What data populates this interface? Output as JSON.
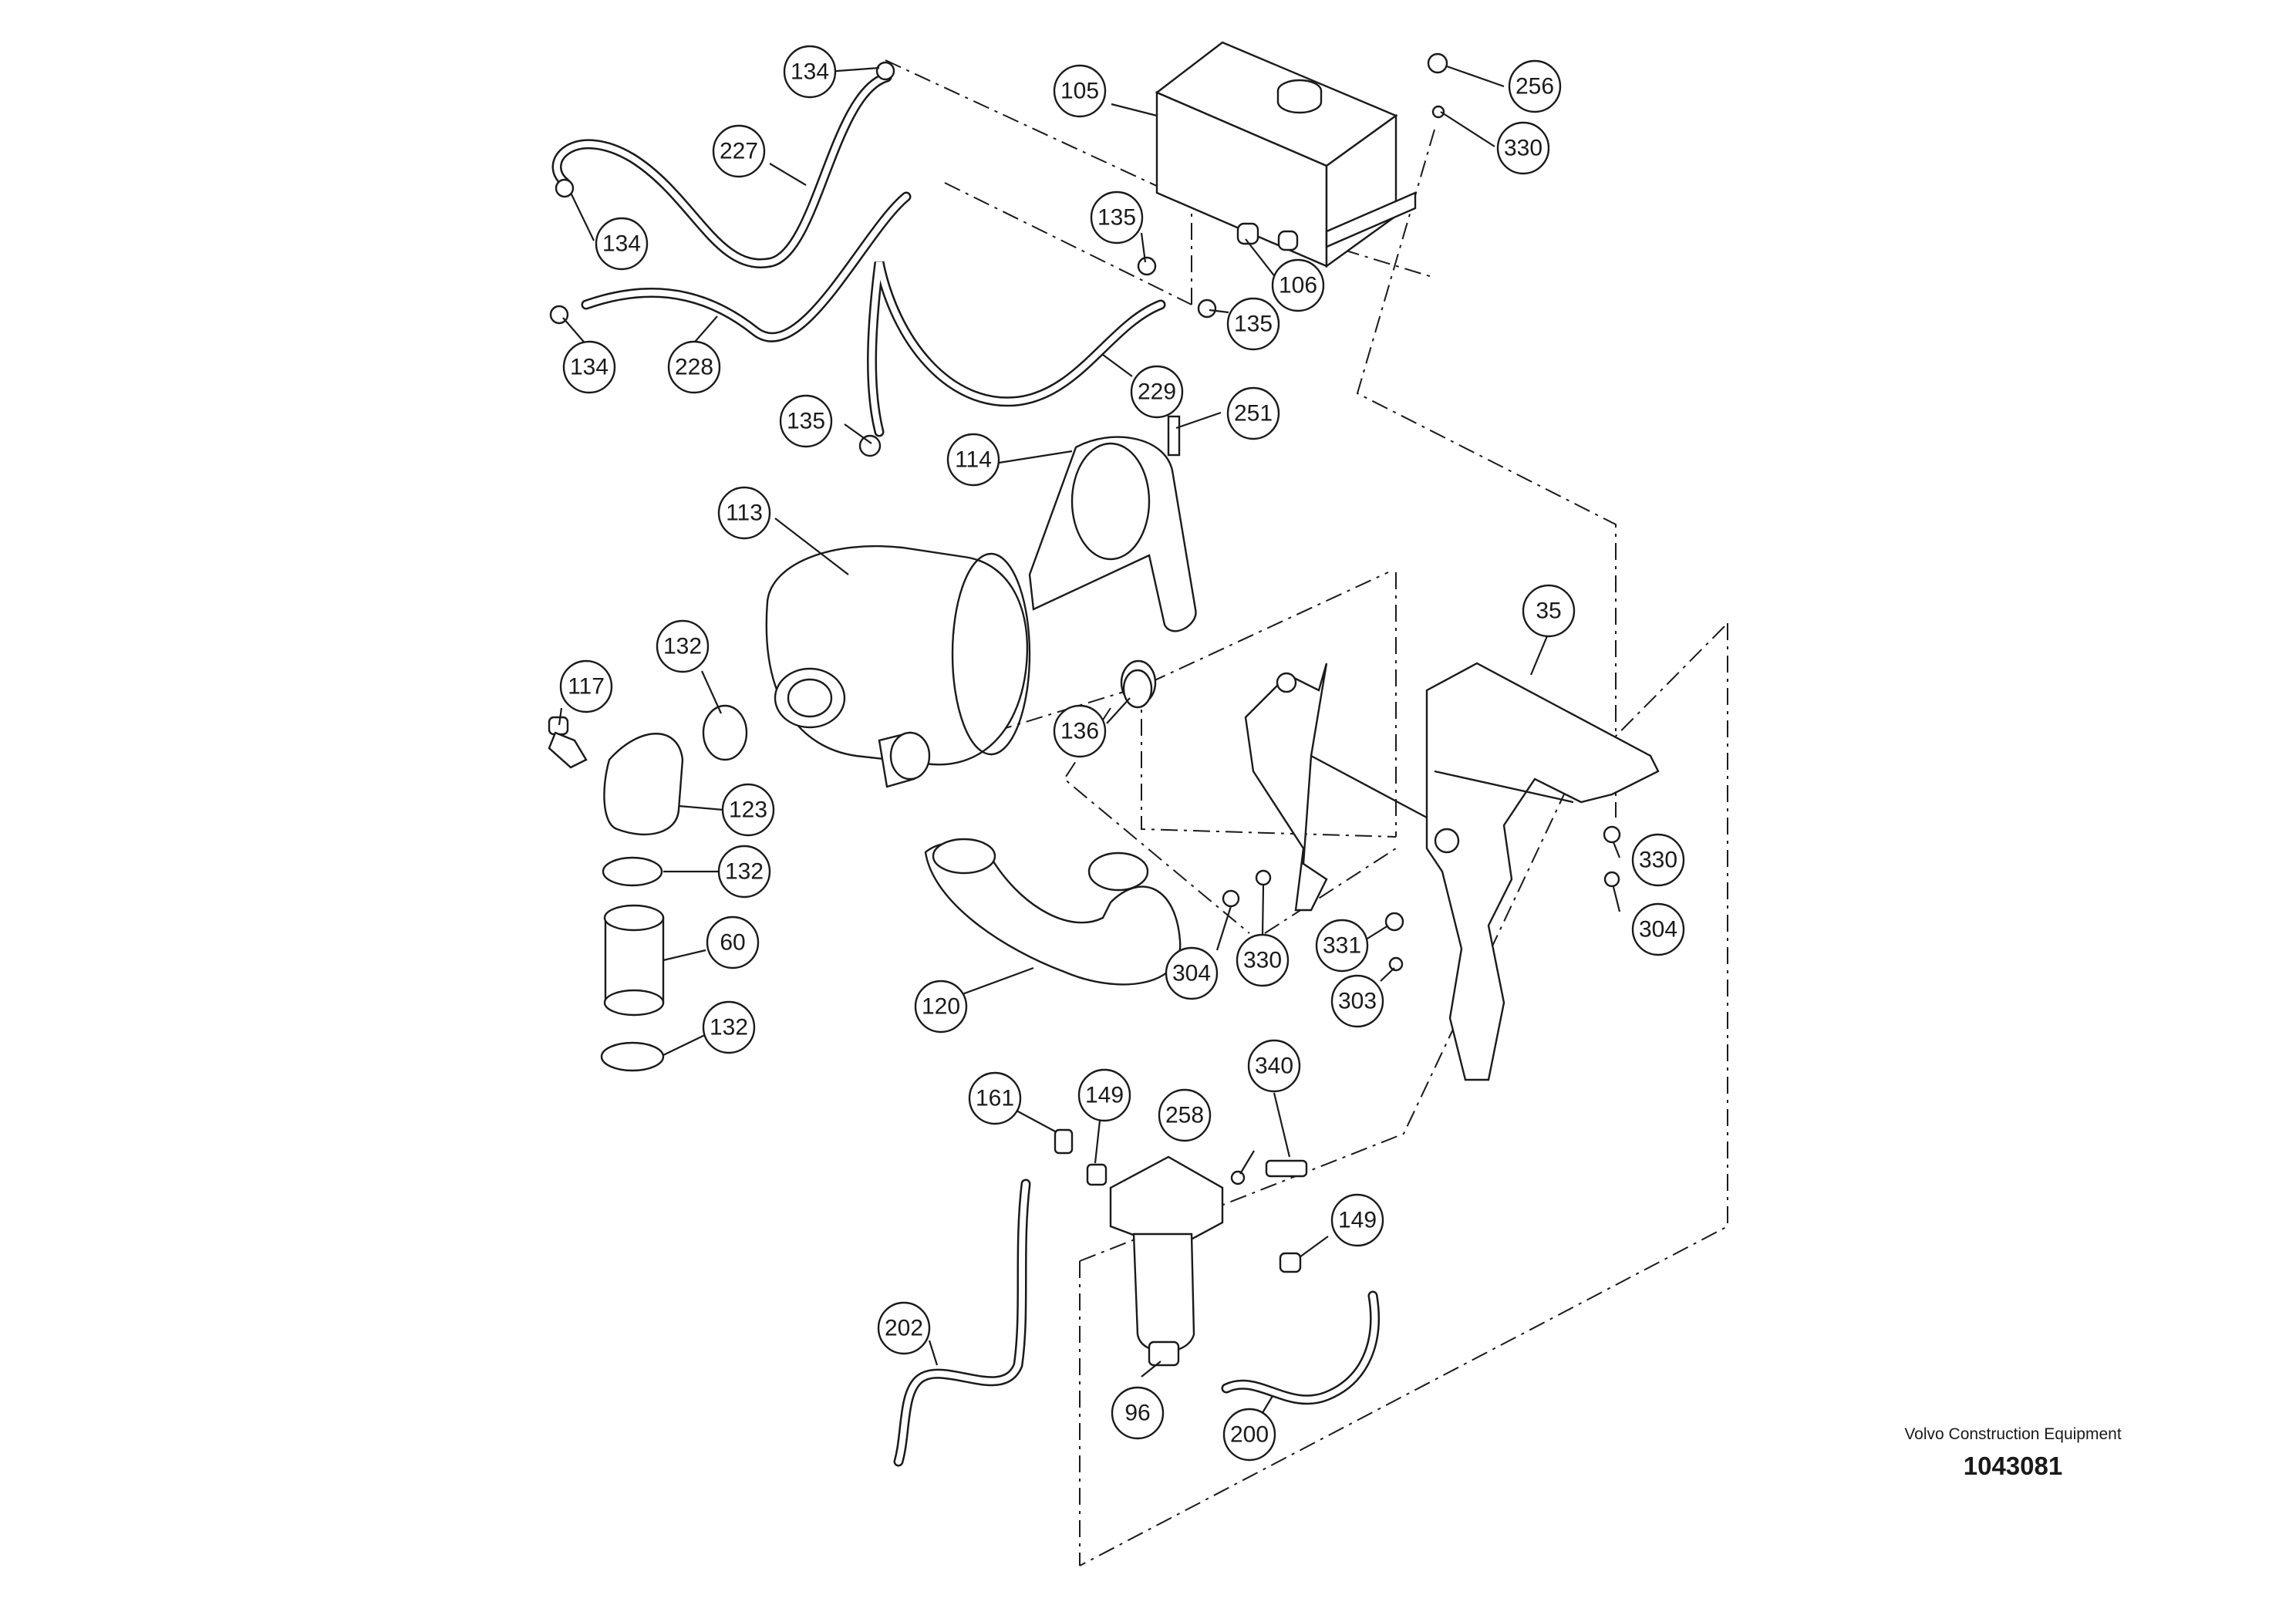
{
  "drawing": {
    "maker": "Volvo Construction Equipment",
    "code": "1043081"
  },
  "callouts": [
    "134",
    "227",
    "105",
    "256",
    "330",
    "134",
    "135",
    "106",
    "135",
    "134",
    "228",
    "229",
    "251",
    "135",
    "114",
    "113",
    "132",
    "117",
    "136",
    "35",
    "123",
    "132",
    "60",
    "330",
    "304",
    "330",
    "331",
    "304",
    "120",
    "303",
    "132",
    "161",
    "149",
    "258",
    "340",
    "149",
    "202",
    "96",
    "200"
  ]
}
